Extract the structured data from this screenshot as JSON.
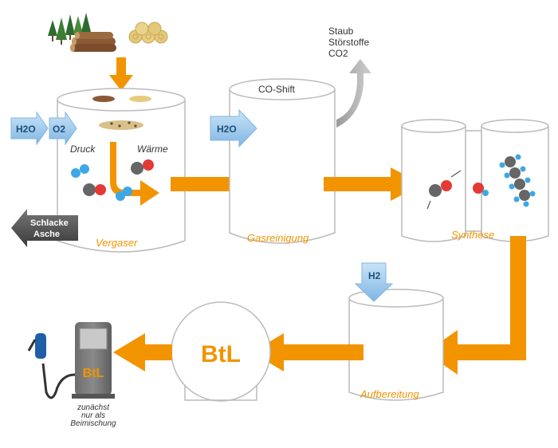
{
  "colors": {
    "orange": "#f29400",
    "tank_stroke": "#bbbbbb",
    "blue_arrow": "#9cc9ec",
    "gray_arrow": "#b5b5b5",
    "dark_arrow": "#555555",
    "hydrogen": "#3da8e6",
    "oxygen": "#e53935",
    "carbon": "#666666"
  },
  "feedstock": {
    "trees_icon": "conifer-trees-icon",
    "logs_icon": "wood-logs-icon",
    "bales_icon": "straw-bales-icon"
  },
  "vergaser": {
    "label": "Vergaser",
    "input_h2o": "H2O",
    "input_o2": "O2",
    "druck": "Druck",
    "waerme": "Wärme",
    "output_line1": "Schlacke",
    "output_line2": "Asche"
  },
  "gasreinigung": {
    "label": "Gasreinigung",
    "co_shift": "CO-Shift",
    "input_h2o": "H2O",
    "exhaust": [
      "Staub",
      "Störstoffe",
      "CO2"
    ]
  },
  "synthese": {
    "label": "Synthese"
  },
  "aufbereitung": {
    "label": "Aufbereitung",
    "input_h2": "H2"
  },
  "btl_tank": {
    "label": "BtL"
  },
  "pump": {
    "label": "BtL",
    "note_line1": "zunächst",
    "note_line2": "nur als",
    "note_line3": "Beimischung"
  }
}
